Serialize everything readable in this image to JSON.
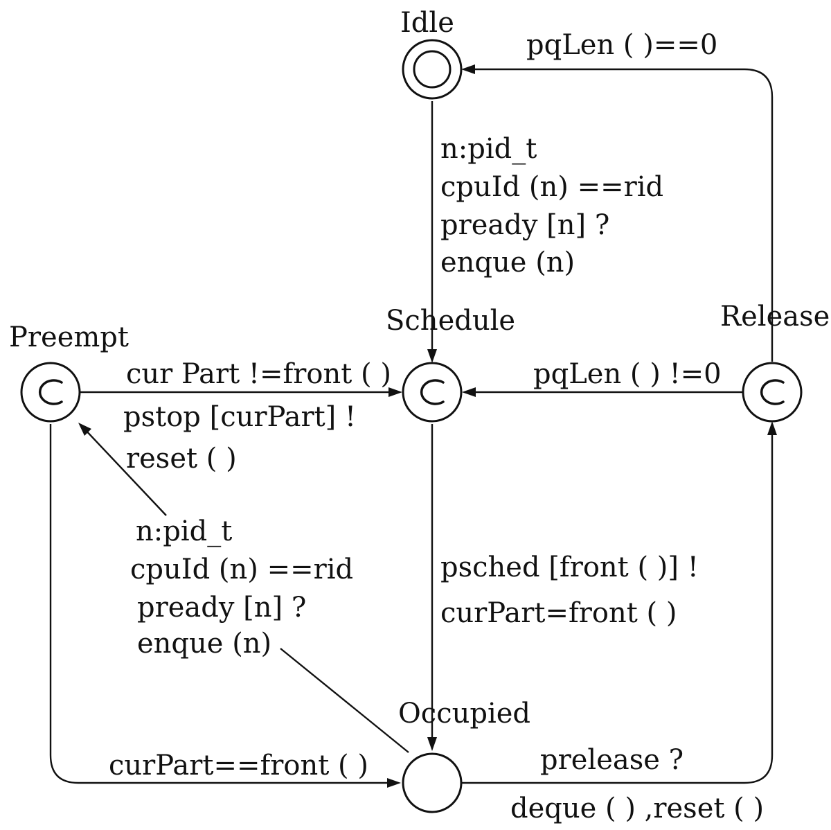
{
  "states": {
    "idle": "Idle",
    "schedule": "Schedule",
    "preempt": "Preempt",
    "release": "Release",
    "occupied": "Occupied"
  },
  "transitions": {
    "release_to_idle": "pqLen ( )==0",
    "idle_to_schedule": [
      "n:pid_t",
      "cpuId (n) ==rid",
      "pready [n] ?",
      "enque (n)"
    ],
    "release_to_schedule": "pqLen ( ) !=0",
    "preempt_to_schedule": [
      "cur Part !=front ( )",
      "pstop [curPart] !",
      "reset ( )"
    ],
    "occupied_to_preempt": [
      "n:pid_t",
      "cpuId (n) ==rid",
      "pready [n] ?",
      "enque (n)"
    ],
    "schedule_to_occupied": [
      "psched [front ( )] !",
      "curPart=front ( )"
    ],
    "preempt_to_occupied": "curPart==front ( )",
    "occupied_to_release": [
      "prelease ?",
      "deque ( ) ,reset ( )"
    ]
  }
}
